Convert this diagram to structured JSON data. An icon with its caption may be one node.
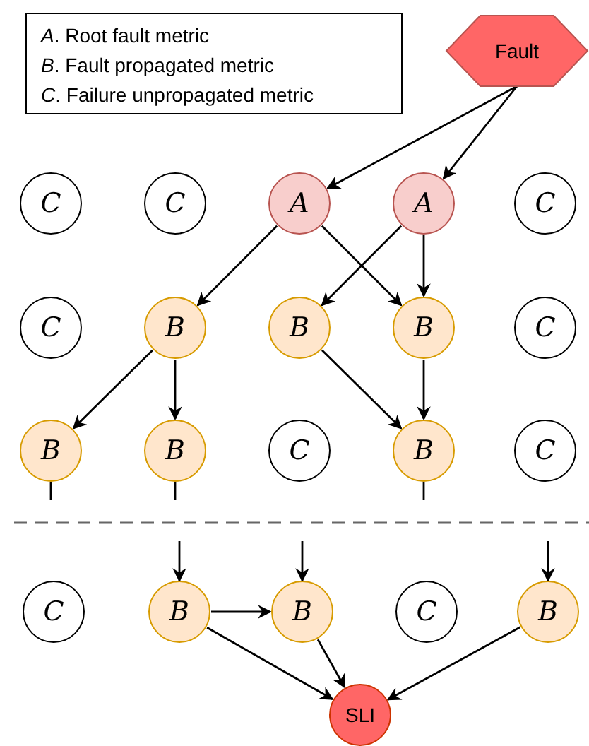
{
  "diagram": {
    "nodes": [
      {
        "text": [
          "Fault"
        ]
      },
      {
        "text": [
          "C"
        ]
      },
      {
        "text": [
          "C"
        ]
      },
      {
        "text": [
          "A"
        ]
      },
      {
        "text": [
          "A"
        ]
      },
      {
        "text": [
          "C"
        ]
      },
      {
        "text": [
          "C"
        ]
      },
      {
        "text": [
          "B"
        ]
      },
      {
        "text": [
          "B"
        ]
      },
      {
        "text": [
          "B"
        ]
      },
      {
        "text": [
          "C"
        ]
      },
      {
        "text": [
          "B"
        ]
      },
      {
        "text": [
          "B"
        ]
      },
      {
        "text": [
          "C"
        ]
      },
      {
        "text": [
          "B"
        ]
      },
      {
        "text": [
          "C"
        ]
      },
      {
        "text": [
          "C"
        ]
      },
      {
        "text": [
          "B"
        ]
      },
      {
        "text": [
          "B"
        ]
      },
      {
        "text": [
          "C"
        ]
      },
      {
        "text": [
          "B"
        ]
      },
      {
        "text": [
          "SLI"
        ]
      }
    ],
    "edges": [
      {
        "from": 0,
        "to": 3,
        "arrow": "to"
      },
      {
        "from": 0,
        "to": 4,
        "arrow": "to"
      },
      {
        "from": 3,
        "to": 7,
        "arrow": "to"
      },
      {
        "from": 3,
        "to": 9,
        "arrow": "to"
      },
      {
        "from": 4,
        "to": 8,
        "arrow": "to"
      },
      {
        "from": 4,
        "to": 9,
        "arrow": "to"
      },
      {
        "from": 7,
        "to": 11,
        "arrow": "to"
      },
      {
        "from": 7,
        "to": 12,
        "arrow": "to"
      },
      {
        "from": 8,
        "to": 14,
        "arrow": "to"
      },
      {
        "from": 9,
        "to": 14,
        "arrow": "to"
      },
      {
        "from": 11,
        "to": null,
        "arrow": "none"
      },
      {
        "from": 12,
        "to": null,
        "arrow": "none"
      },
      {
        "from": 14,
        "to": null,
        "arrow": "none"
      },
      {
        "from": null,
        "to": 17,
        "arrow": "to"
      },
      {
        "from": null,
        "to": 18,
        "arrow": "to"
      },
      {
        "from": null,
        "to": 20,
        "arrow": "to"
      },
      {
        "from": 17,
        "to": 18,
        "arrow": "to"
      },
      {
        "from": 17,
        "to": 21,
        "arrow": "to"
      },
      {
        "from": 18,
        "to": 21,
        "arrow": "to"
      },
      {
        "from": 20,
        "to": 21,
        "arrow": "to"
      }
    ],
    "legend": [
      {
        "text": "*A*. Root fault metric"
      },
      {
        "text": "*B*. Fault propagated metric"
      },
      {
        "text": "*C*. Failure unpropagated metric"
      }
    ]
  }
}
